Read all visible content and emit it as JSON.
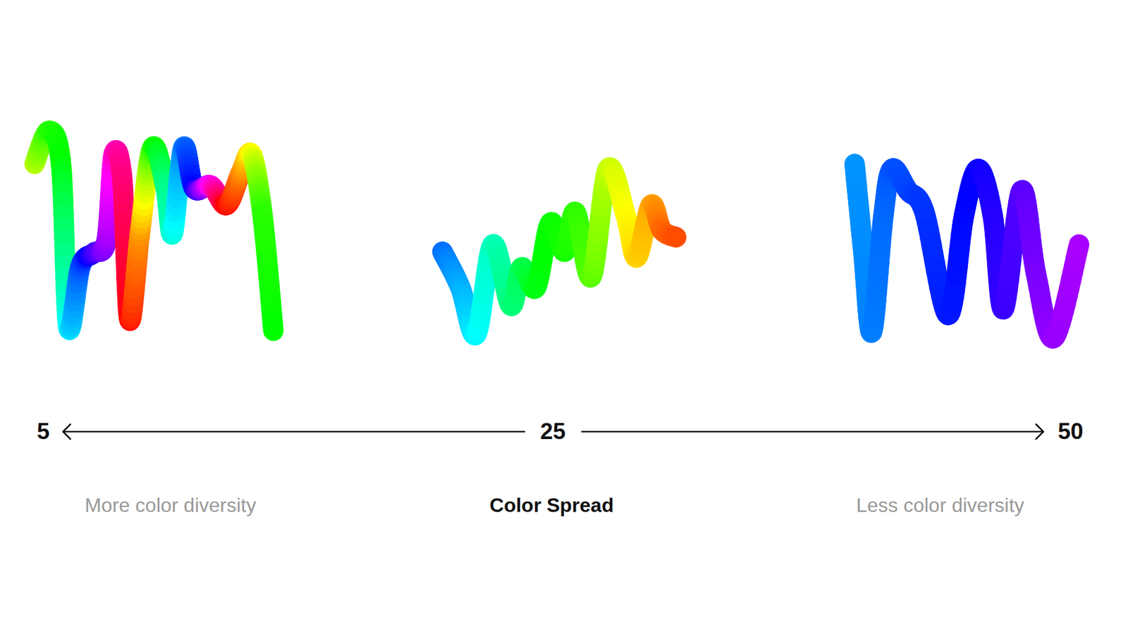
{
  "diagram": {
    "labels": [
      "5",
      "25",
      "50",
      "More color diversity",
      "Color Spread",
      "Less color diversity"
    ]
  }
}
